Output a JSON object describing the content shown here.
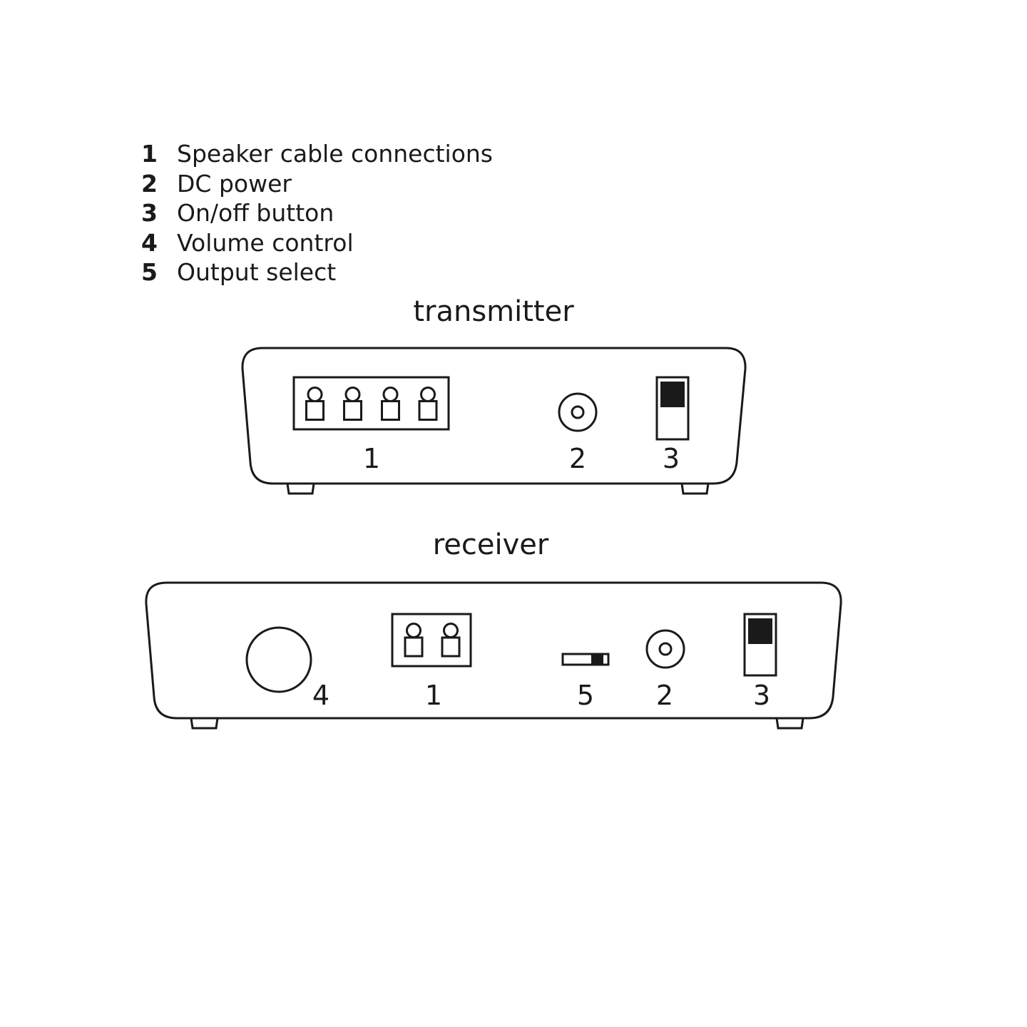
{
  "legend": [
    {
      "number": "1",
      "label": "Speaker cable connections"
    },
    {
      "number": "2",
      "label": "DC power"
    },
    {
      "number": "3",
      "label": "On/off button"
    },
    {
      "number": "4",
      "label": "Volume control"
    },
    {
      "number": "5",
      "label": "Output select"
    }
  ],
  "transmitter": {
    "title": "transmitter",
    "labels": {
      "speaker": "1",
      "dc": "2",
      "onoff": "3"
    }
  },
  "receiver": {
    "title": "receiver",
    "labels": {
      "volume": "4",
      "speaker": "1",
      "output": "5",
      "dc": "2",
      "onoff": "3"
    }
  },
  "colors": {
    "ink": "#1a1a1a",
    "background": "#ffffff"
  }
}
